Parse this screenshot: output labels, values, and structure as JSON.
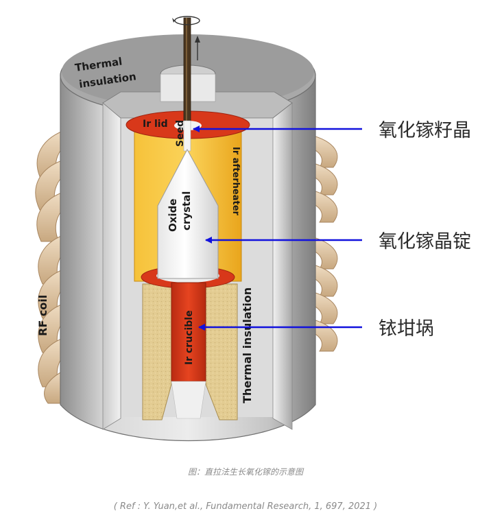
{
  "figure": {
    "labels": {
      "thermal_insulation_top_line1": "Thermal",
      "thermal_insulation_top_line2": "insulation",
      "ir_lid": "Ir lid",
      "seed": "Seed",
      "oxide_line1": "Oxide",
      "oxide_line2": "crystal",
      "ir_afterheater": "Ir afterheater",
      "ir_crucible": "Ir crucible",
      "thermal_insulation_side": "Thermal insulation",
      "rf_coil": "RF coil"
    },
    "callouts": [
      {
        "text": "氧化镓籽晶"
      },
      {
        "text": "氧化镓晶锭"
      },
      {
        "text": "铱坩埚"
      }
    ],
    "colors": {
      "arrow": "#1111dd",
      "insulation": "#bfbfbf",
      "iridium": "#d63a1a",
      "afterheater": "#f2b830",
      "ceramic": "#e0c98c",
      "coil": "#d9bfa0"
    }
  },
  "caption": {
    "title": "图：直拉法生长氧化镓的示意图",
    "reference": "( Ref : Y. Yuan,et al., Fundamental Research, 1, 697, 2021 )"
  }
}
